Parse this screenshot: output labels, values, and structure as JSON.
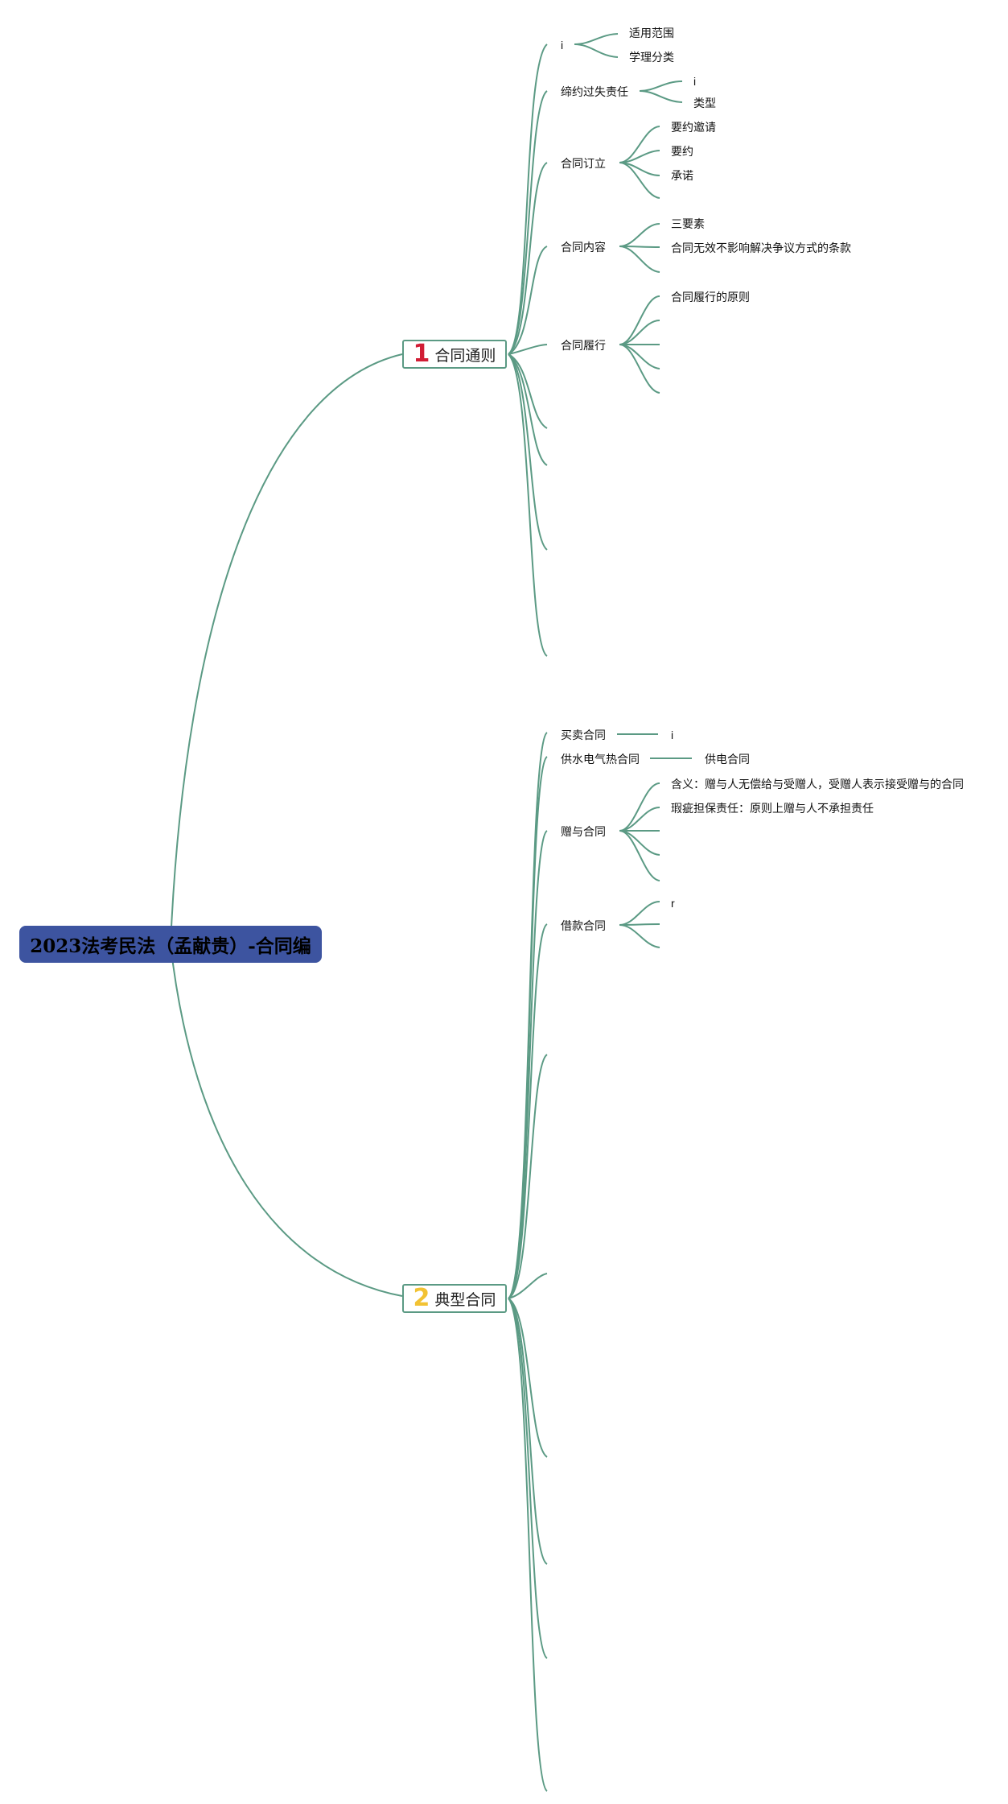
{
  "root": {
    "title": "2023法考民法（孟献贵）-合同编"
  },
  "topic1": {
    "badge": "1",
    "title": "合同通则",
    "badge_color": "#d11d35",
    "branches": {
      "b1": {
        "label": "i",
        "children": [
          "适用范围",
          "学理分类"
        ]
      },
      "b2": {
        "label": "缔约过失责任",
        "children": [
          "i",
          "类型"
        ]
      },
      "b3": {
        "label": "合同订立",
        "children": [
          "要约邀请",
          "要约",
          "承诺"
        ]
      },
      "b4": {
        "label": "合同内容",
        "children": [
          "三要素",
          "合同无效不影响解决争议方式的条款"
        ]
      },
      "b5": {
        "label": "合同履行",
        "children": [
          "合同履行的原则"
        ]
      }
    }
  },
  "topic2": {
    "badge": "2",
    "title": "典型合同",
    "badge_color": "#f2c233",
    "branches": {
      "b1": {
        "label": "买卖合同",
        "children": [
          "i"
        ]
      },
      "b2": {
        "label": "供水电气热合同",
        "children": [
          "供电合同"
        ]
      },
      "b3": {
        "label": "赠与合同",
        "children": [
          "含义：赠与人无偿给与受赠人，受赠人表示接受赠与的合同",
          "瑕疵担保责任：原则上赠与人不承担责任"
        ]
      },
      "b4": {
        "label": "借款合同",
        "children": [
          "r"
        ]
      }
    }
  },
  "line_color": "#5b9a84",
  "root_color": "#3d54a0"
}
